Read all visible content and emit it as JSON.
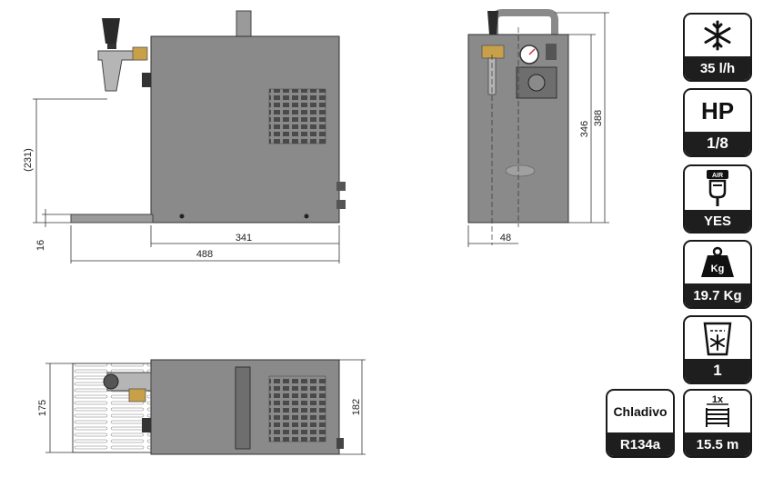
{
  "dimensions": {
    "tap_height": "(231)",
    "drip_tray_height": "16",
    "body_length": "341",
    "total_length": "488",
    "front_width": "48",
    "height_346": "346",
    "height_388": "388",
    "top_width_175": "175",
    "top_width_182": "182"
  },
  "badges": [
    {
      "icon": "snowflake-icon",
      "top_text": "",
      "value": "35 l/h"
    },
    {
      "icon": "",
      "top_text": "HP",
      "value": "1/8"
    },
    {
      "icon": "air-pump-icon",
      "top_text": "",
      "value": "YES"
    },
    {
      "icon": "weight-icon",
      "top_text": "",
      "value": "19.7 Kg"
    },
    {
      "icon": "ice-cup-icon",
      "top_text": "",
      "value": "1"
    },
    {
      "icon": "",
      "top_text": "Chladivo",
      "value": "R134a"
    },
    {
      "icon": "coil-icon",
      "top_text": "",
      "value": "15.5 m"
    }
  ],
  "icon_text": {
    "air": "AIR",
    "kg": "Kg",
    "coil_count": "1x"
  },
  "colors": {
    "body": "#8a8a8a",
    "body_dark": "#6e6e6e",
    "badge_bottom": "#1e1e1e",
    "line": "#333333"
  }
}
